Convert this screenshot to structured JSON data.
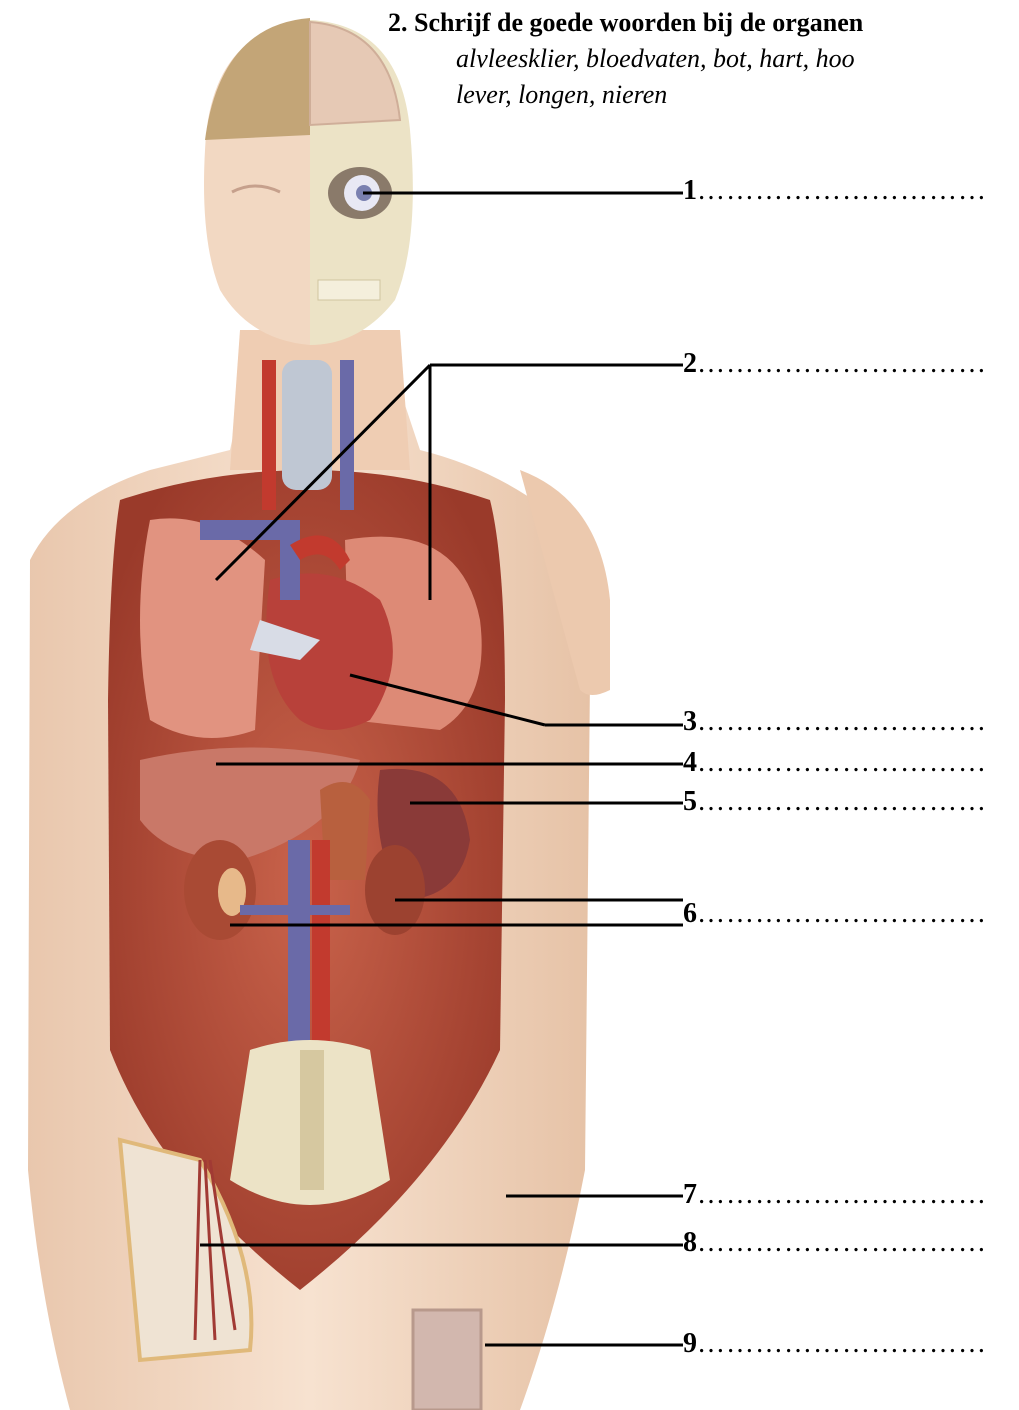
{
  "exercise": {
    "heading": "2. Schrijf de goede woorden bij de organen",
    "word_bank_line1": "alvleesklier, bloedvaten, bot, hart, hoo",
    "word_bank_line2": "lever, longen, nieren"
  },
  "answer_dots": "…………………………",
  "answers": [
    {
      "number": "1"
    },
    {
      "number": "2"
    },
    {
      "number": "3"
    },
    {
      "number": "4"
    },
    {
      "number": "5"
    },
    {
      "number": "6"
    },
    {
      "number": "7"
    },
    {
      "number": "8"
    },
    {
      "number": "9"
    }
  ],
  "colors": {
    "skin": "#f4d9c4",
    "muscle": "#b9523e",
    "lung": "#e0907a",
    "liver": "#c0603f",
    "vein": "#6a6aa8",
    "artery": "#c23a2e",
    "hair": "#b89a6a",
    "bone": "#ece3c6"
  }
}
